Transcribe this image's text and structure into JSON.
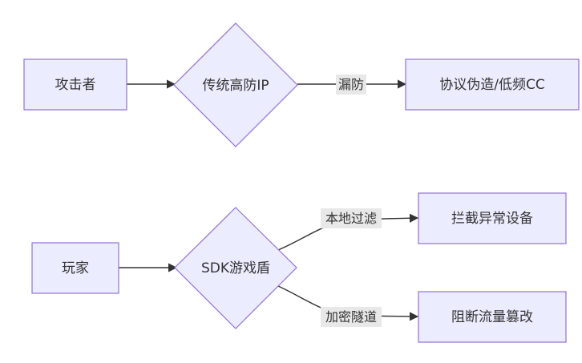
{
  "nodes": {
    "attacker": "攻击者",
    "traditional_ip": "传统高防IP",
    "protocol_forgery": "协议伪造/低频CC",
    "player": "玩家",
    "sdk_shield": "SDK游戏盾",
    "block_device": "拦截异常设备",
    "block_tamper": "阻断流量篡改"
  },
  "edges": {
    "leak": "漏防",
    "local_filter": "本地过滤",
    "encrypted_tunnel": "加密隧道"
  },
  "colors": {
    "node_fill": "#ECECFF",
    "node_stroke": "#9370DB",
    "edge": "#333333",
    "label_bg": "#e8e8e8"
  }
}
